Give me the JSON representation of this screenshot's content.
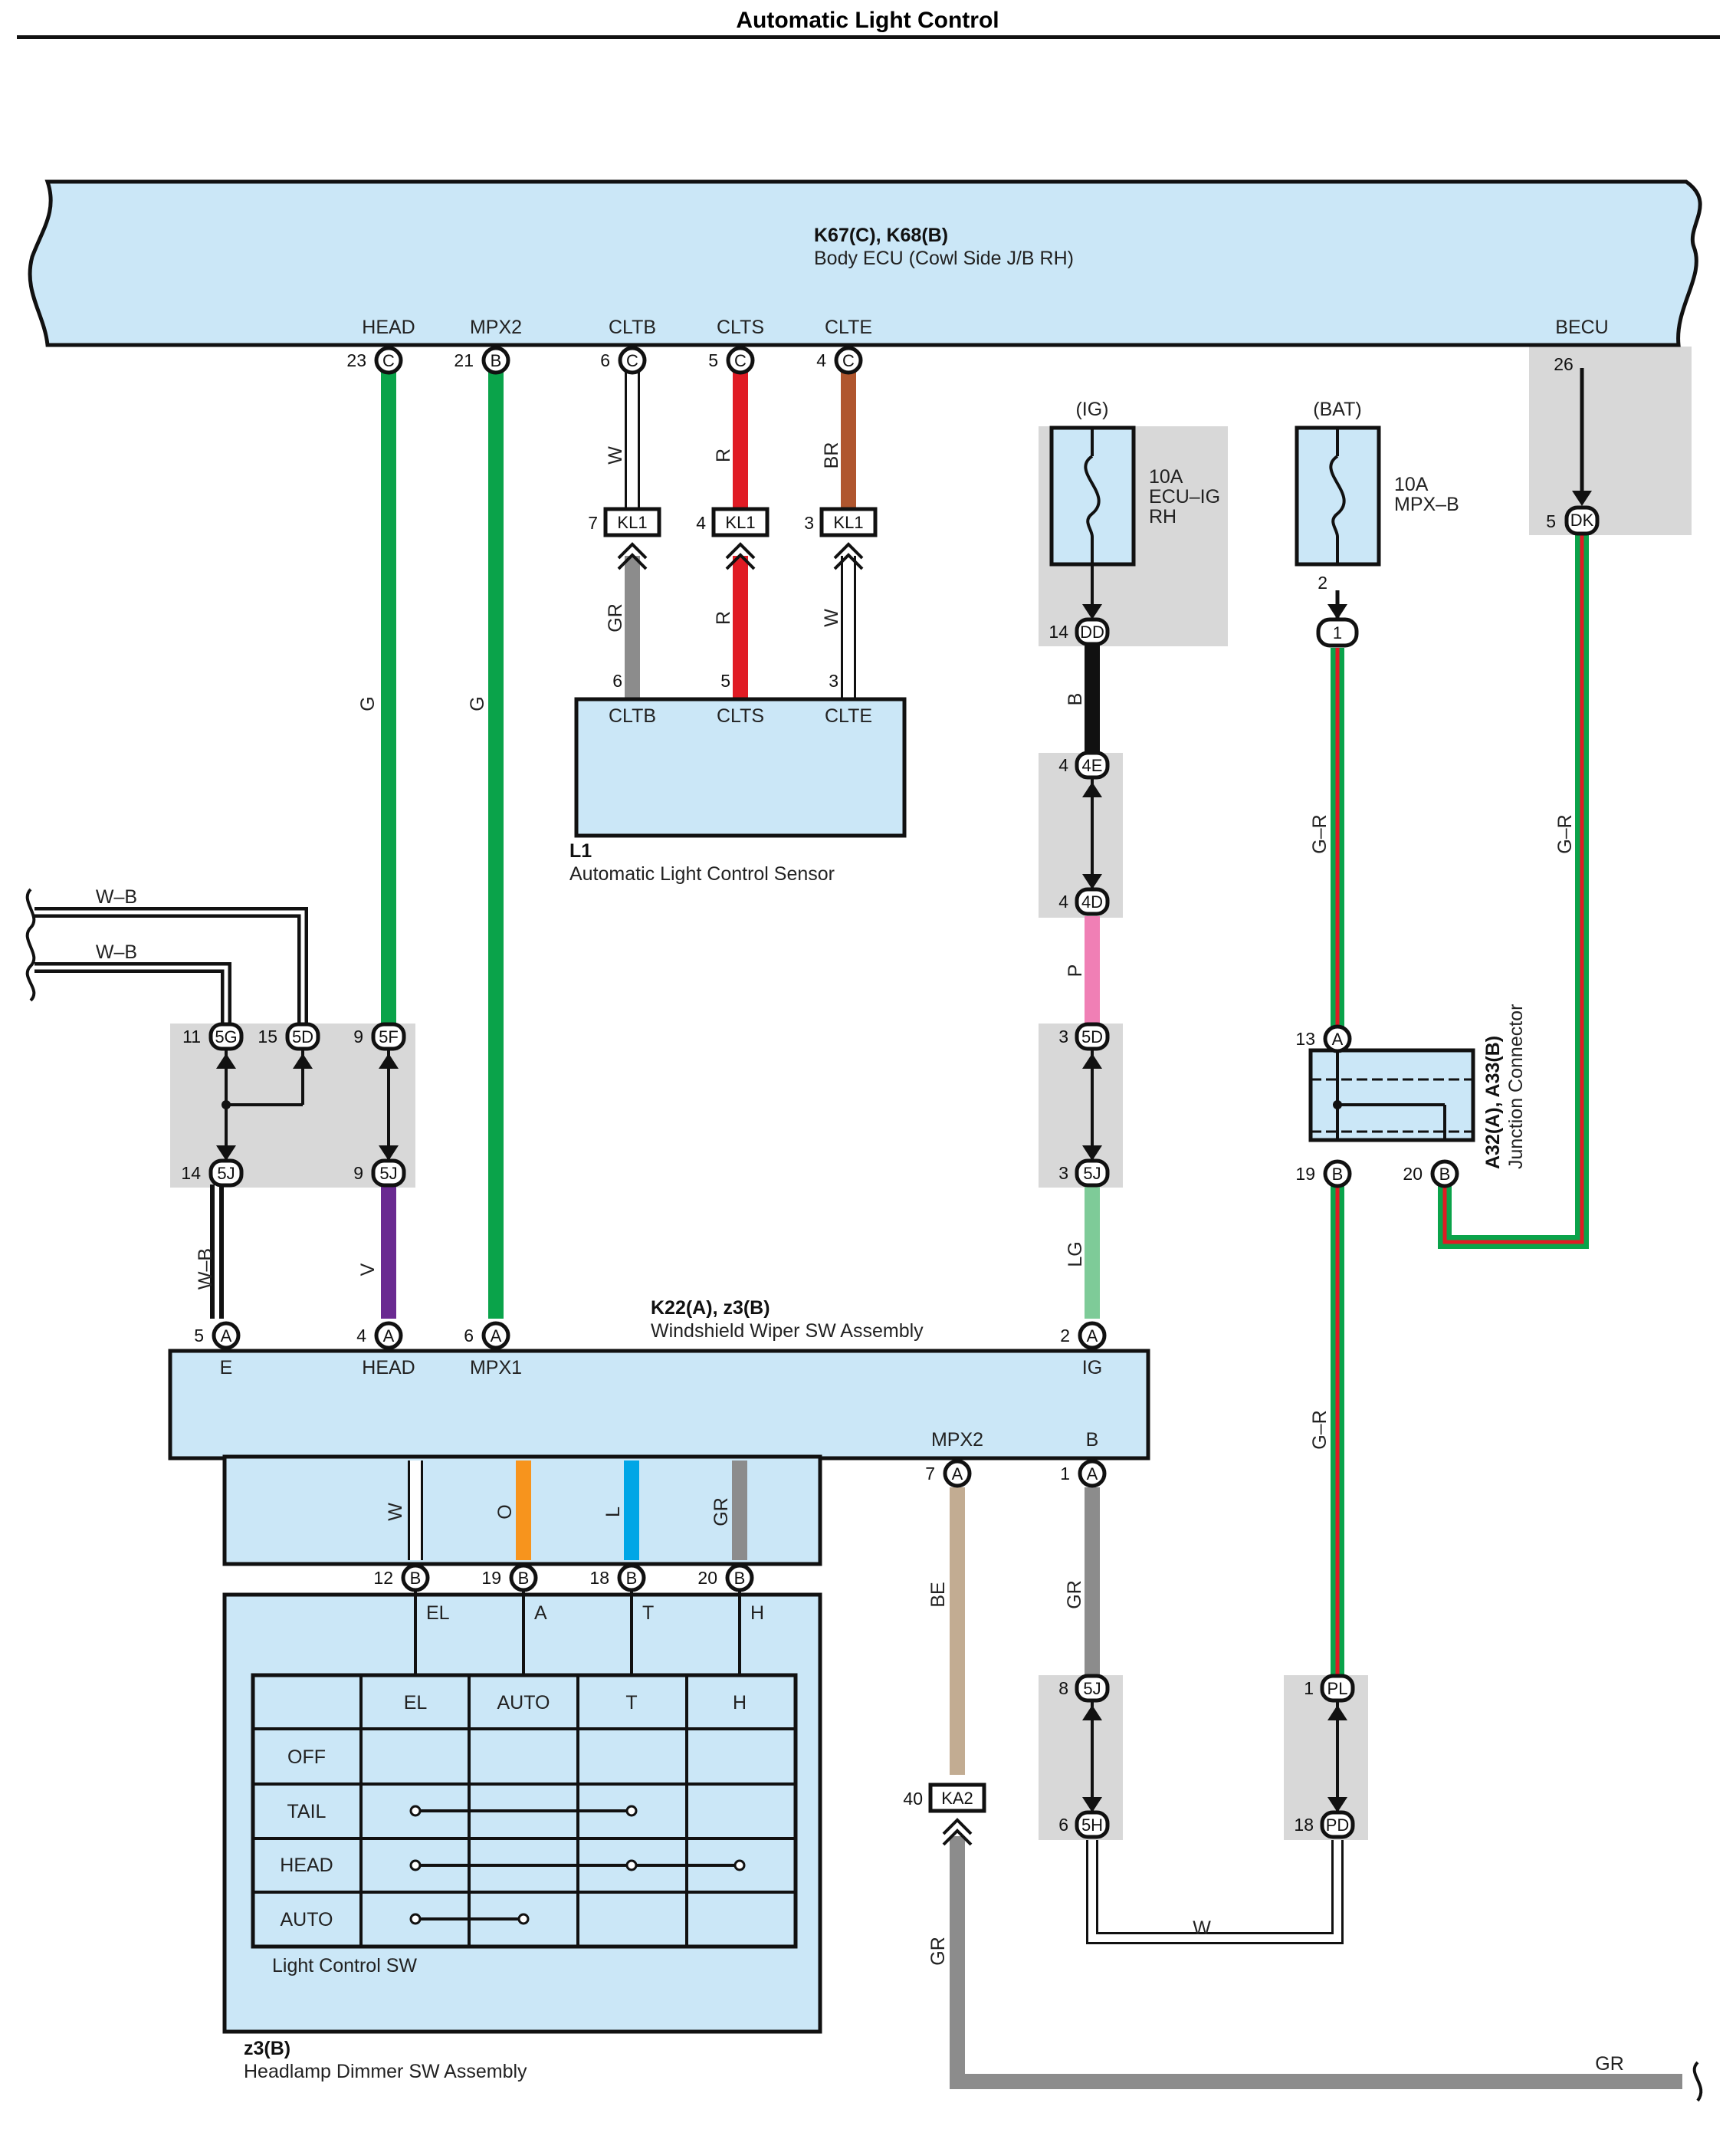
{
  "title": "Automatic Light Control",
  "ecu": {
    "ref": "K67(C), K68(B)",
    "name": "Body ECU (Cowl Side J/B RH)",
    "terminals": [
      "HEAD",
      "MPX2",
      "CLTB",
      "CLTS",
      "CLTE",
      "BECU"
    ]
  },
  "sensor": {
    "ref": "L1",
    "name": "Automatic Light Control Sensor",
    "terminals": [
      "CLTB",
      "CLTS",
      "CLTE"
    ]
  },
  "wiper_sw": {
    "ref": "K22(A), z3(B)",
    "name": "Windshield Wiper SW Assembly",
    "terminals": [
      "E",
      "HEAD",
      "MPX1",
      "IG",
      "MPX2",
      "B"
    ]
  },
  "dimmer": {
    "ref": "z3(B)",
    "name": "Headlamp Dimmer SW Assembly",
    "switch_name": "Light Control SW",
    "terminals": [
      "EL",
      "A",
      "T",
      "H"
    ],
    "table_cols": [
      "EL",
      "AUTO",
      "T",
      "H"
    ],
    "table_rows": [
      "OFF",
      "TAIL",
      "HEAD",
      "AUTO"
    ]
  },
  "junction": {
    "ref": "A32(A), A33(B)",
    "name": "Junction Connector"
  },
  "fuses": [
    {
      "group": "(IG)",
      "rating": "10A",
      "name1": "ECU–IG",
      "name2": "RH"
    },
    {
      "group": "(BAT)",
      "rating": "10A",
      "name1": "MPX–B",
      "name2": ""
    }
  ],
  "connectors": {
    "c23": "C",
    "c21": "B",
    "c6": "C",
    "c5": "C",
    "c4": "C",
    "kl1": "KL1",
    "dd": "DD",
    "e4": "4E",
    "d4": "4D",
    "d5": "5D",
    "j5": "5J",
    "g5": "5G",
    "f5": "5F",
    "dk": "DK",
    "j1": "1",
    "a": "A",
    "b": "B",
    "pl": "PL",
    "pd": "PD",
    "h5": "5H",
    "ka2": "KA2"
  },
  "pins": {
    "p23": "23",
    "p21": "21",
    "p6": "6",
    "p5": "5",
    "p4": "4",
    "p7": "7",
    "p3": "3",
    "p14": "14",
    "p26": "26",
    "p2": "2",
    "p13": "13",
    "p19": "19",
    "p20": "20",
    "p11": "11",
    "p15": "15",
    "p9": "9",
    "p12": "12",
    "p18": "18",
    "p1": "1",
    "p8": "8",
    "p40": "40"
  },
  "wire_colors": {
    "G": "G",
    "W": "W",
    "R": "R",
    "BR": "BR",
    "GR": "GR",
    "B": "B",
    "P": "P",
    "LG": "LG",
    "V": "V",
    "WB": "W–B",
    "O": "O",
    "L": "L",
    "BE": "BE",
    "GRn": "G–R"
  },
  "colors": {
    "green": "#0aa34a",
    "red": "#e01b24",
    "brown": "#b0562e",
    "gray": "#8c8c8c",
    "black": "#111111",
    "pink": "#f07fb5",
    "light_green": "#7ecb98",
    "violet": "#6a2a91",
    "orange": "#f7941d",
    "blue": "#00a6e6",
    "beige": "#c2ac92",
    "component_fill": "#cbe7f7",
    "connector_gray": "#d8d8d8"
  }
}
